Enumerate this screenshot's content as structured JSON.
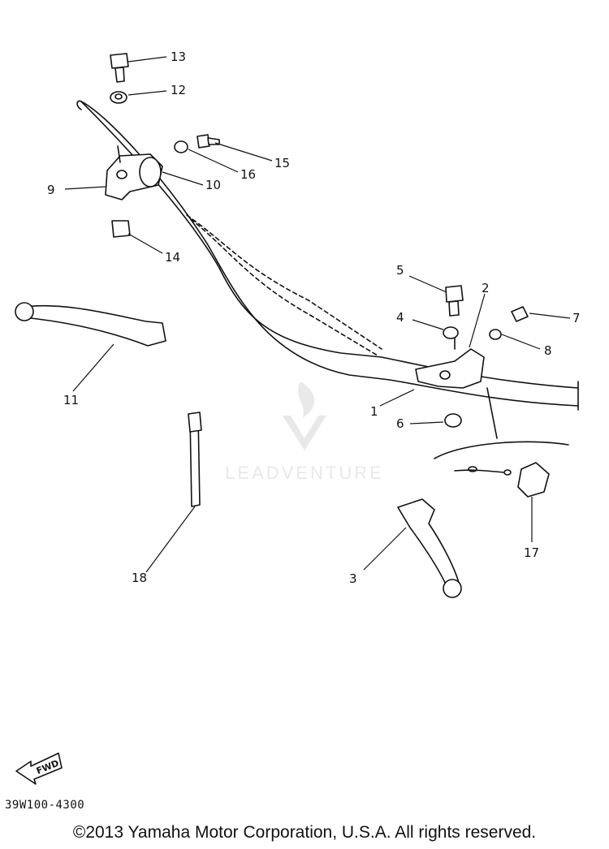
{
  "diagram": {
    "code": "39W100-4300",
    "copyright": "©2013 Yamaha Motor Corporation, U.S.A. All rights reserved.",
    "fwd_label": "FWD",
    "watermark": "LEADVENTURE",
    "part_labels": [
      "1",
      "2",
      "3",
      "4",
      "5",
      "6",
      "7",
      "8",
      "9",
      "10",
      "11",
      "12",
      "13",
      "14",
      "15",
      "16",
      "17",
      "18"
    ]
  }
}
